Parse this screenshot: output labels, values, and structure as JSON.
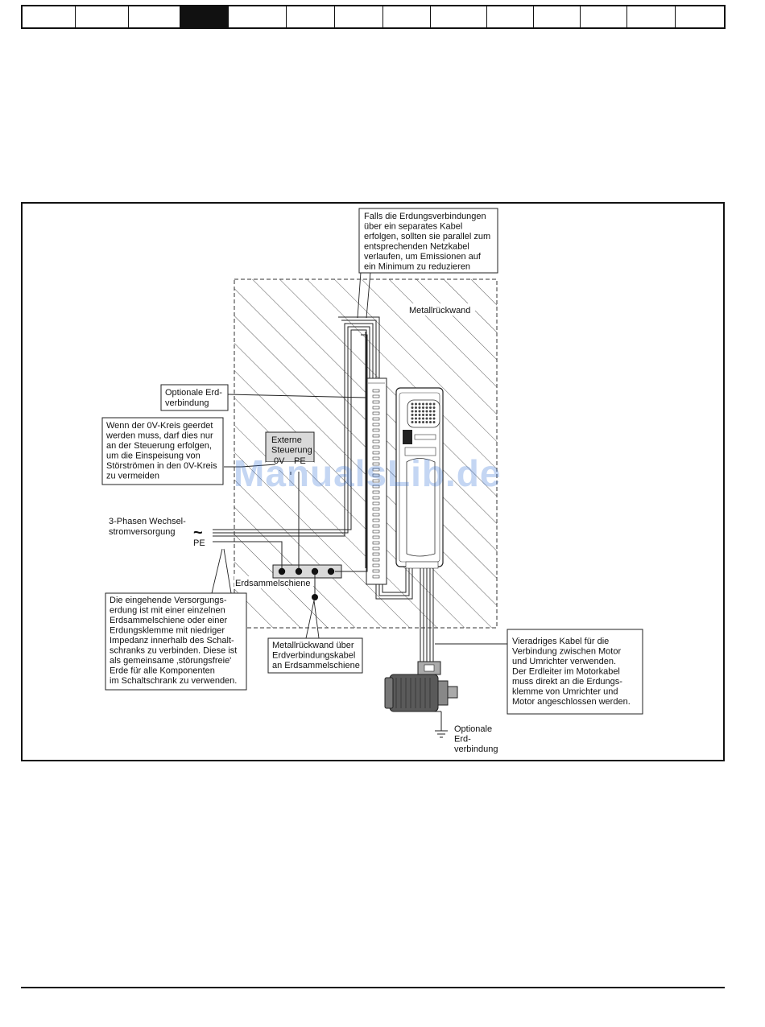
{
  "nav": {
    "cells": 14,
    "active_index": 3
  },
  "callouts": {
    "separate_cable": [
      "Falls die Erdungsverbindungen",
      "über ein separates Kabel",
      "erfolgen, sollten sie parallel zum",
      "entsprechenden Netzkabel",
      "verlaufen, um Emissionen auf",
      "ein Minimum zu reduzieren"
    ],
    "backplate": "Metallrückwand",
    "optional_earth": [
      "Optionale Erd-",
      "verbindung"
    ],
    "zero_v": [
      "Wenn der 0V-Kreis geerdet",
      "werden muss, darf dies nur",
      "an der Steuerung erfolgen,",
      "um die Einspeisung von",
      "Störströmen in den 0V-Kreis",
      "zu vermeiden"
    ],
    "external_control": [
      "Externe",
      "Steuerung"
    ],
    "zero_v_label": "0V",
    "pe_label": "PE",
    "supply": [
      "3-Phasen  Wechsel-",
      "stromversorgung"
    ],
    "supply_symbol": "~",
    "supply_pe": "PE",
    "busbar": "Erdsammelschiene",
    "incoming_earth": [
      "Die eingehende Versorgungs-",
      "erdung ist mit einer einzelnen",
      "Erdsammelschiene oder einer",
      "Erdungsklemme mit niedriger",
      "Impedanz innerhalb des Schalt-",
      "schranks zu verbinden. Diese ist",
      "als gemeinsame ‚störungsfreie'",
      "Erde für alle Komponenten",
      "im Schaltschrank zu verwenden."
    ],
    "backplate_cable": [
      "Metallrückwand über",
      "Erdverbindungskabel",
      "an Erdsammelschiene"
    ],
    "four_core": [
      "Vieradriges Kabel für die",
      "Verbindung zwischen Motor",
      "und Umrichter verwenden.",
      "Der Erdleiter im Motorkabel",
      "muss direkt an die Erdungs-",
      "klemme von Umrichter und",
      "Motor angeschlossen werden."
    ],
    "optional_earth_motor": [
      "Optionale",
      "Erd-",
      "verbindung"
    ]
  },
  "watermark": "ManualsLib.de"
}
